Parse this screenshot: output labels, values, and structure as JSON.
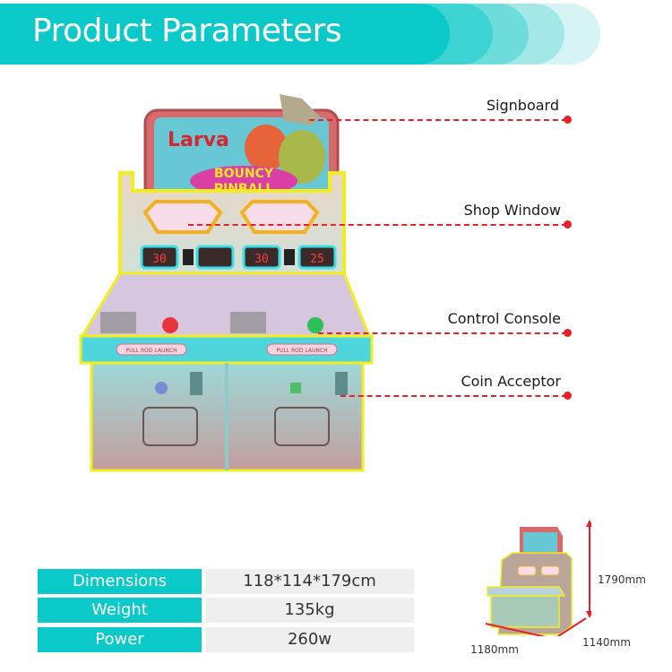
{
  "header": {
    "title": "Product Parameters",
    "colors": {
      "primary": "#0cc9c9",
      "fade1": "#3dd3d3",
      "fade2": "#6fdcdc",
      "fade3": "#a4e7e7",
      "fade4": "#d6f4f4"
    }
  },
  "product": {
    "signboard_brand": "Larva",
    "signboard_logo_line1": "BOUNCY",
    "signboard_logo_line2": "PINBALL",
    "launch_label": "PULL ROD LAUNCH",
    "score_displays": [
      "30",
      "",
      "30",
      "25"
    ]
  },
  "callouts": [
    {
      "label": "Signboard"
    },
    {
      "label": "Shop Window"
    },
    {
      "label": "Control Console"
    },
    {
      "label": "Coin Acceptor"
    }
  ],
  "callout_color": "#e8202a",
  "specs": [
    {
      "key": "Dimensions",
      "value": "118*114*179cm"
    },
    {
      "key": "Weight",
      "value": "135kg"
    },
    {
      "key": "Power",
      "value": "260w"
    }
  ],
  "dimension_diagram": {
    "height": "1790mm",
    "width": "1180mm",
    "depth": "1140mm"
  }
}
